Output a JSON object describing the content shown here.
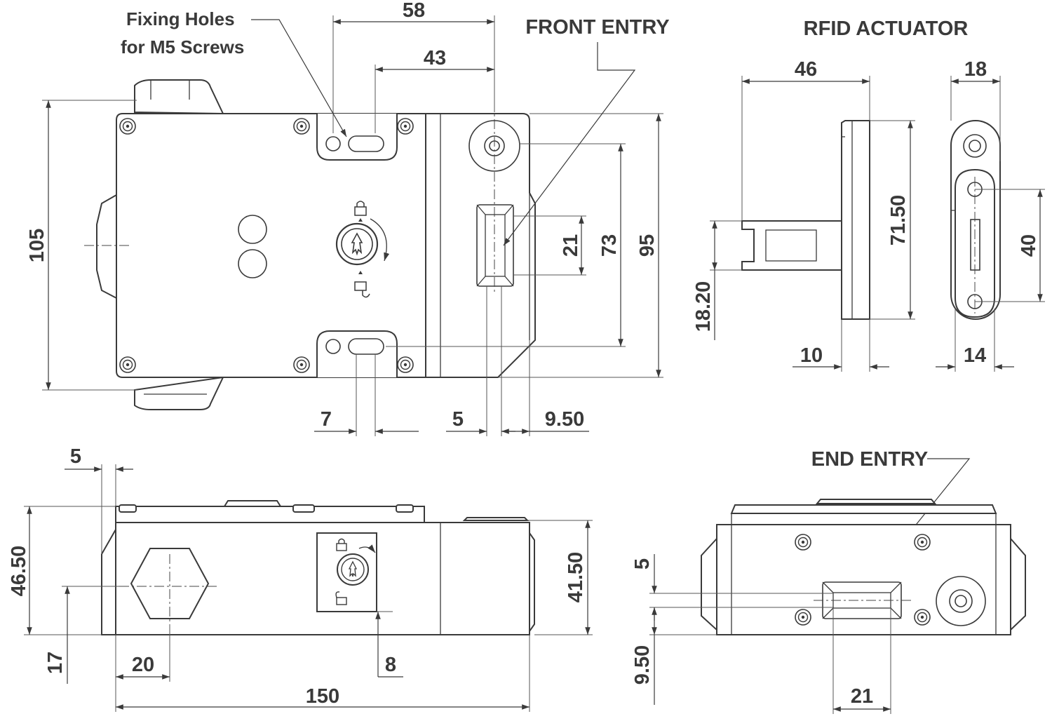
{
  "labels": {
    "fixing_line1": "Fixing Holes",
    "fixing_line2": "for M5 Screws",
    "front_entry": "FRONT ENTRY",
    "rfid_actuator": "RFID ACTUATOR",
    "end_entry": "END ENTRY"
  },
  "dims": {
    "d58": "58",
    "d43": "43",
    "d105": "105",
    "d21_front": "21",
    "d73": "73",
    "d95": "95",
    "d7": "7",
    "d5_front": "5",
    "d9_50_front": "9.50",
    "d46": "46",
    "d18": "18",
    "d71_50": "71.50",
    "d40": "40",
    "d18_20": "18.20",
    "d10": "10",
    "d14": "14",
    "d5_side": "5",
    "d46_50": "46.50",
    "d41_50": "41.50",
    "d17": "17",
    "d20": "20",
    "d8": "8",
    "d150": "150",
    "d5_end": "5",
    "d9_50_end": "9.50",
    "d21_end": "21"
  },
  "colors": {
    "line": "#3a3a3a",
    "background": "#ffffff"
  },
  "icons": {
    "lock_locked": "padlock-closed-icon",
    "lock_unlocked": "padlock-open-icon",
    "release_key": "key-dial-icon",
    "rotate_arrow": "rotate-arrow-icon"
  }
}
